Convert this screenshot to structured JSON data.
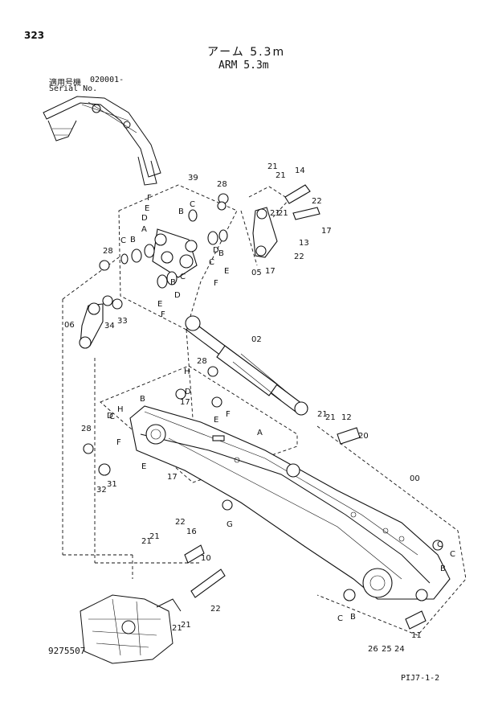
{
  "header": {
    "page_number": "323",
    "title_jp": "アーム 5.3m",
    "title_en": "ARM 5.3m",
    "serial_label_jp": "適用号機",
    "serial_value": "020001-",
    "serial_label_en": "Serial No."
  },
  "footer": {
    "drawing_number": "9275507",
    "sheet_code": "PIJ7-1-2"
  },
  "callouts": [
    "00",
    "02",
    "05",
    "06",
    "10",
    "11",
    "12",
    "13",
    "14",
    "16",
    "17",
    "20",
    "21",
    "22",
    "24",
    "25",
    "26",
    "28",
    "31",
    "32",
    "33",
    "34",
    "39",
    "A",
    "B",
    "C",
    "D",
    "E",
    "F",
    "G",
    "H"
  ]
}
